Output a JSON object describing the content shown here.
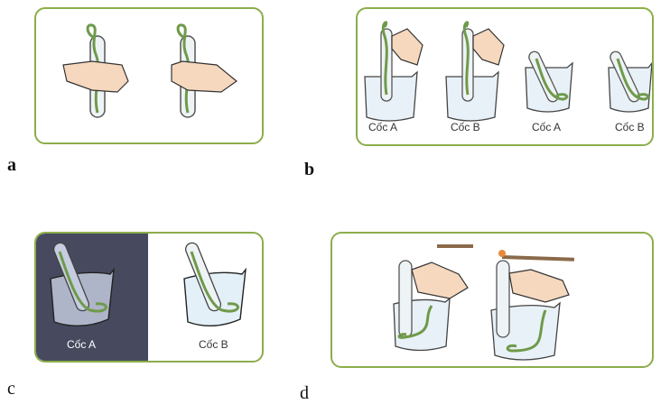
{
  "panels": {
    "a": {
      "label": "a"
    },
    "b": {
      "label": "b",
      "captions": [
        "Cốc A",
        "Cốc B",
        "Cốc A",
        "Cốc B"
      ]
    },
    "c": {
      "label": "c",
      "captions": [
        "Cốc A",
        "Cốc B"
      ]
    },
    "d": {
      "label": "d"
    }
  },
  "colors": {
    "border": "#8bae4a",
    "dark_bg": "#474a5e",
    "plant": "#6f9a4a"
  }
}
